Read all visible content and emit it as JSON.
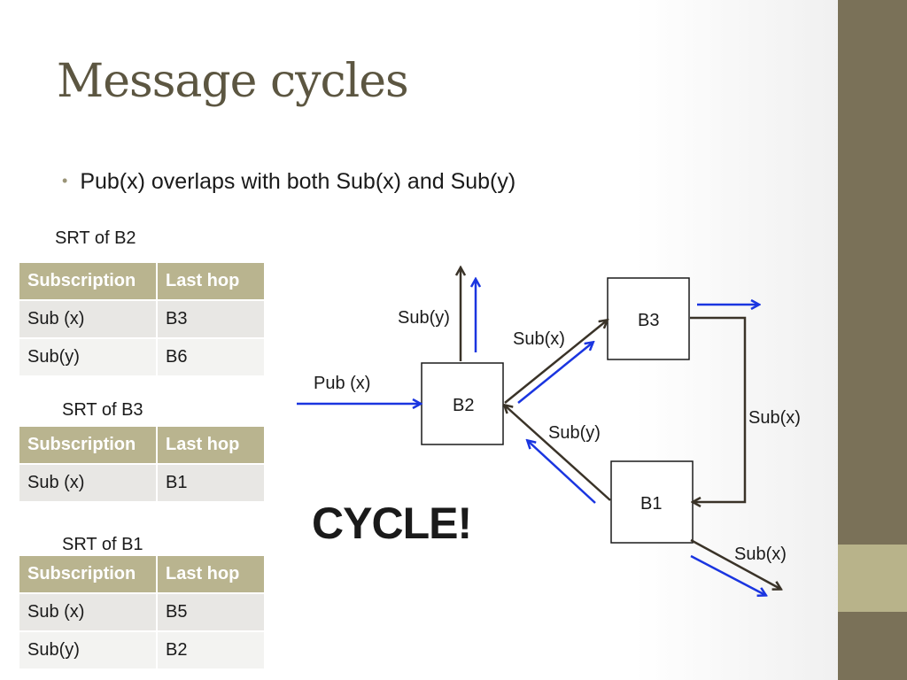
{
  "slide": {
    "title": "Message cycles",
    "bullet": "Pub(x) overlaps with both Sub(x) and Sub(y)",
    "cycle_label": "CYCLE!"
  },
  "tables": [
    {
      "label": "SRT of B2",
      "headers": [
        "Subscription",
        "Last hop"
      ],
      "rows": [
        [
          "Sub (x)",
          "B3"
        ],
        [
          "Sub(y)",
          "B6"
        ]
      ]
    },
    {
      "label": "SRT of B3",
      "headers": [
        "Subscription",
        "Last hop"
      ],
      "rows": [
        [
          "Sub (x)",
          "B1"
        ]
      ]
    },
    {
      "label": "SRT of B1",
      "headers": [
        "Subscription",
        "Last hop"
      ],
      "rows": [
        [
          "Sub (x)",
          "B5"
        ],
        [
          "Sub(y)",
          "B2"
        ]
      ]
    }
  ],
  "diagram": {
    "nodes": {
      "b2": "B2",
      "b3": "B3",
      "b1": "B1"
    },
    "labels": {
      "pub_in": "Pub (x)",
      "sub_y_up": "Sub(y)",
      "sub_x_b2_b3": "Sub(x)",
      "sub_y_b1_b2": "Sub(y)",
      "sub_x_b3_b1": "Sub(x)",
      "sub_x_b1_out": "Sub(x)"
    }
  },
  "colors": {
    "title": "#5c5641",
    "side_band": "#7a7158",
    "side_band_accent": "#b8b38a",
    "table_header": "#b9b48f",
    "publication_arrow": "#1a35e0",
    "subscription_arrow": "#3a3328"
  }
}
